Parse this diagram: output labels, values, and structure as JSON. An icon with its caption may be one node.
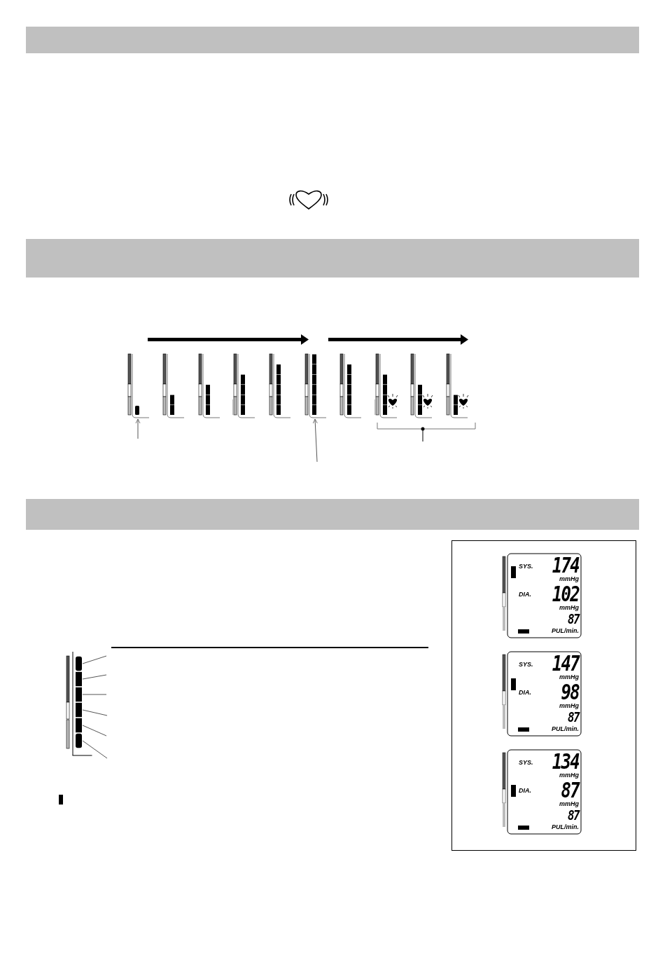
{
  "diagram": {
    "nodes": [
      {
        "text": [],
        "shape": "bar"
      },
      {
        "text": [],
        "shape": "bar"
      },
      {
        "text": [],
        "shape": "bar"
      },
      {
        "text": [],
        "shape": "bar"
      },
      {
        "text": [],
        "shape": "bar"
      },
      {
        "text": [],
        "shape": "bar"
      },
      {
        "text": [],
        "shape": "bar"
      },
      {
        "text": [],
        "shape": "bar"
      },
      {
        "text": [],
        "shape": "bar"
      },
      {
        "text": [],
        "shape": "bar"
      },
      {
        "text": [],
        "shape": "box"
      },
      {
        "text": [],
        "shape": "box"
      },
      {
        "text": [],
        "shape": "box"
      },
      {
        "text": [],
        "shape": "box"
      },
      {
        "text": [],
        "shape": "box"
      },
      {
        "text": [],
        "shape": "box"
      }
    ],
    "edges": [
      {
        "from": null,
        "to": 0,
        "arrow": "to"
      },
      {
        "from": null,
        "to": 5,
        "arrow": "to"
      },
      {
        "from": null,
        "to": 10,
        "arrow": "none"
      },
      {
        "from": null,
        "to": 11,
        "arrow": "none"
      },
      {
        "from": null,
        "to": 12,
        "arrow": "none"
      },
      {
        "from": null,
        "to": 13,
        "arrow": "none"
      },
      {
        "from": null,
        "to": 14,
        "arrow": "none"
      },
      {
        "from": null,
        "to": 15,
        "arrow": "none"
      }
    ],
    "labels": [
      "SYS.",
      "174",
      "mmHg",
      "DIA.",
      "102",
      "mmHg",
      "87",
      "PUL/min.",
      "SYS.",
      "147",
      "mmHg",
      "DIA.",
      "98",
      "mmHg",
      "87",
      "PUL/min.",
      "SYS.",
      "134",
      "mmHg",
      "DIA.",
      "87",
      "mmHg",
      "87",
      "PUL/min."
    ]
  }
}
